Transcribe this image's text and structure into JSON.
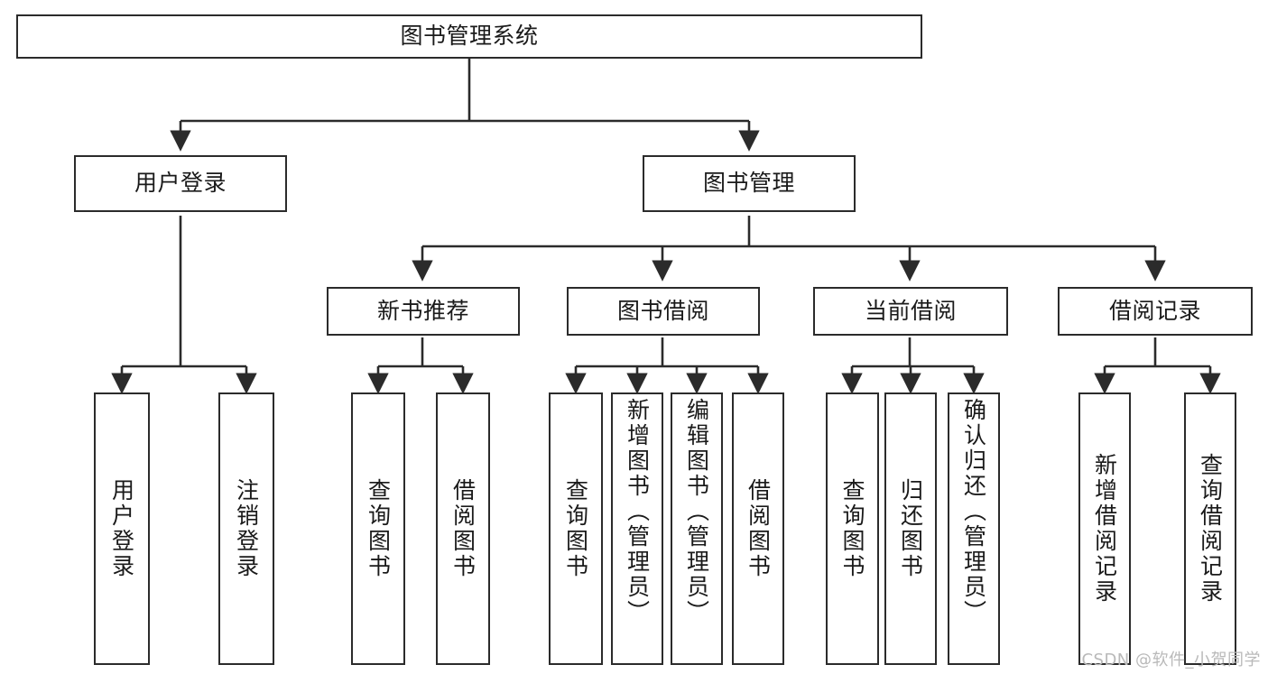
{
  "diagram": {
    "title": "图书管理系统",
    "type": "tree-hierarchy",
    "watermark": "CSDN @软件_小贺同学",
    "colors": {
      "background": "#ffffff",
      "box_border": "#2b2b2b",
      "connector": "#2b2b2b",
      "text": "#1a1a1a",
      "watermark": "#b9b9b9"
    },
    "levels": {
      "level1": [
        {
          "id": "root",
          "label": "图书管理系统",
          "orientation": "horizontal"
        }
      ],
      "level2": [
        {
          "id": "user-login",
          "label": "用户登录",
          "orientation": "horizontal"
        },
        {
          "id": "book-manage",
          "label": "图书管理",
          "orientation": "horizontal"
        }
      ],
      "level3": [
        {
          "id": "new-book-rec",
          "label": "新书推荐",
          "orientation": "horizontal",
          "parent": "book-manage"
        },
        {
          "id": "book-borrow",
          "label": "图书借阅",
          "orientation": "horizontal",
          "parent": "book-manage"
        },
        {
          "id": "current-borrow",
          "label": "当前借阅",
          "orientation": "horizontal",
          "parent": "book-manage"
        },
        {
          "id": "borrow-record",
          "label": "借阅记录",
          "orientation": "horizontal",
          "parent": "book-manage"
        }
      ],
      "leaves": [
        {
          "id": "leaf-user-login",
          "label": "用户登录",
          "parent": "user-login"
        },
        {
          "id": "leaf-logout",
          "label": "注销登录",
          "parent": "user-login"
        },
        {
          "id": "leaf-query-book-1",
          "label": "查询图书",
          "parent": "new-book-rec"
        },
        {
          "id": "leaf-borrow-book-1",
          "label": "借阅图书",
          "parent": "new-book-rec"
        },
        {
          "id": "leaf-query-book-2",
          "label": "查询图书",
          "parent": "book-borrow"
        },
        {
          "id": "leaf-add-book",
          "label": "新增图书（管理员）",
          "parent": "book-borrow"
        },
        {
          "id": "leaf-edit-book",
          "label": "编辑图书（管理员）",
          "parent": "book-borrow"
        },
        {
          "id": "leaf-borrow-book-2",
          "label": "借阅图书",
          "parent": "book-borrow"
        },
        {
          "id": "leaf-query-book-3",
          "label": "查询图书",
          "parent": "current-borrow"
        },
        {
          "id": "leaf-return-book",
          "label": "归还图书",
          "parent": "current-borrow"
        },
        {
          "id": "leaf-confirm-return",
          "label": "确认归还（管理员）",
          "parent": "current-borrow"
        },
        {
          "id": "leaf-add-record",
          "label": "新增借阅记录",
          "parent": "borrow-record"
        },
        {
          "id": "leaf-query-record",
          "label": "查询借阅记录",
          "parent": "borrow-record"
        }
      ]
    }
  }
}
